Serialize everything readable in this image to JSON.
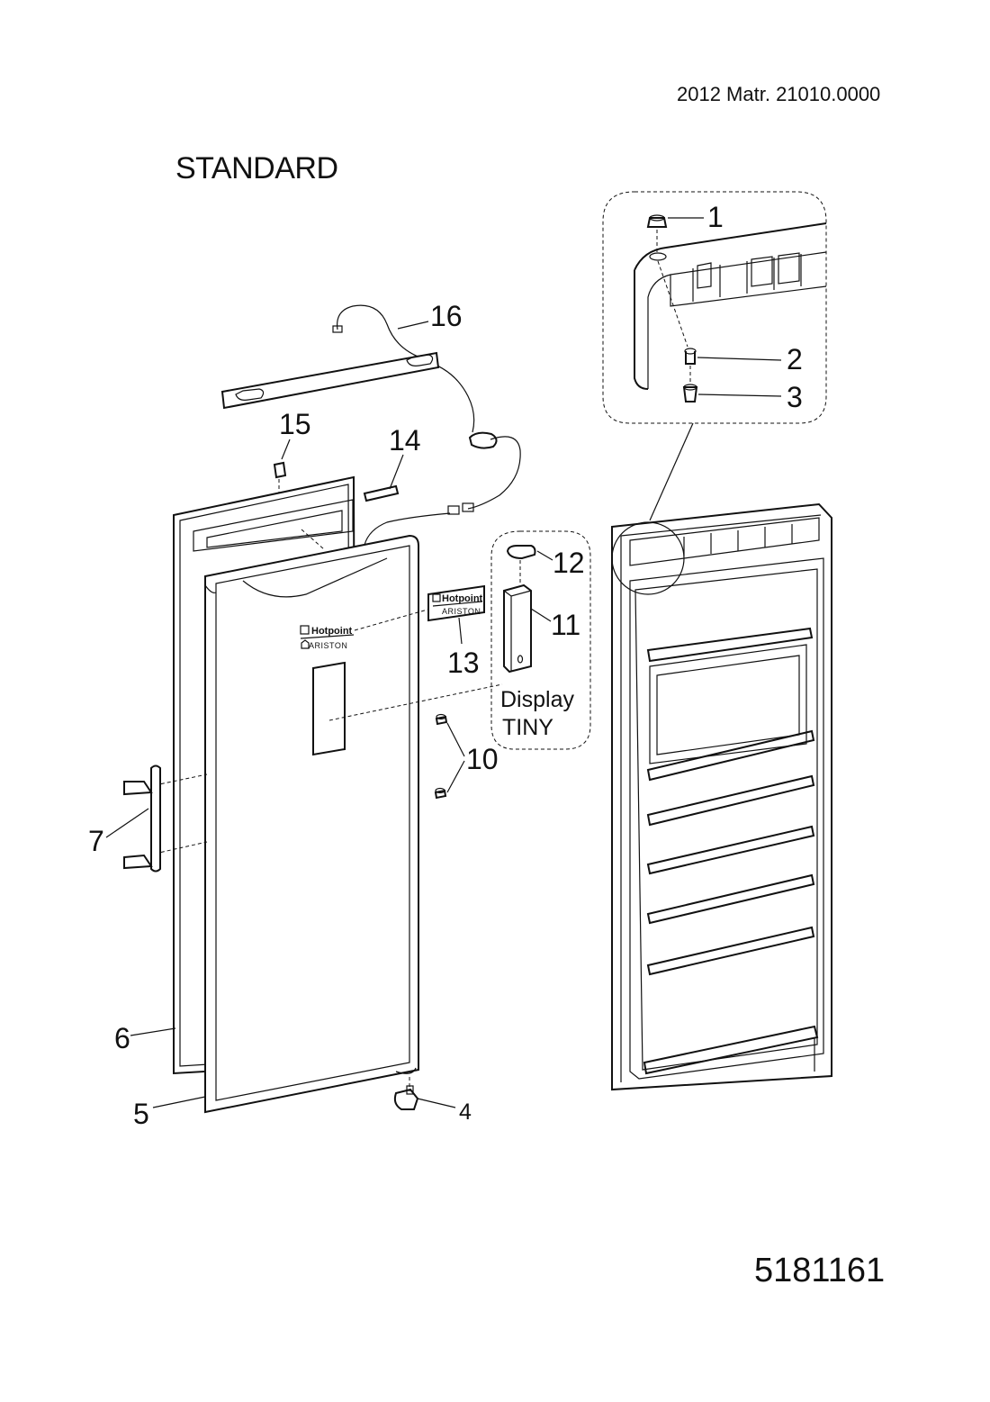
{
  "header": {
    "code": "2012 Matr. 21010.0000"
  },
  "title": "STANDARD",
  "drawing_number": "5181161",
  "callouts": {
    "p1": "1",
    "p2": "2",
    "p3": "3",
    "p4": "4",
    "p5": "5",
    "p6": "6",
    "p7": "7",
    "p10": "10",
    "p11": "11",
    "p12": "12",
    "p13": "13",
    "p14": "14",
    "p15": "15",
    "p16": "16"
  },
  "display_group": {
    "line1": "Display",
    "line2": "TINY"
  },
  "branding": {
    "brand_name": "Hotpoint",
    "brand_sub": "ARISTON"
  }
}
